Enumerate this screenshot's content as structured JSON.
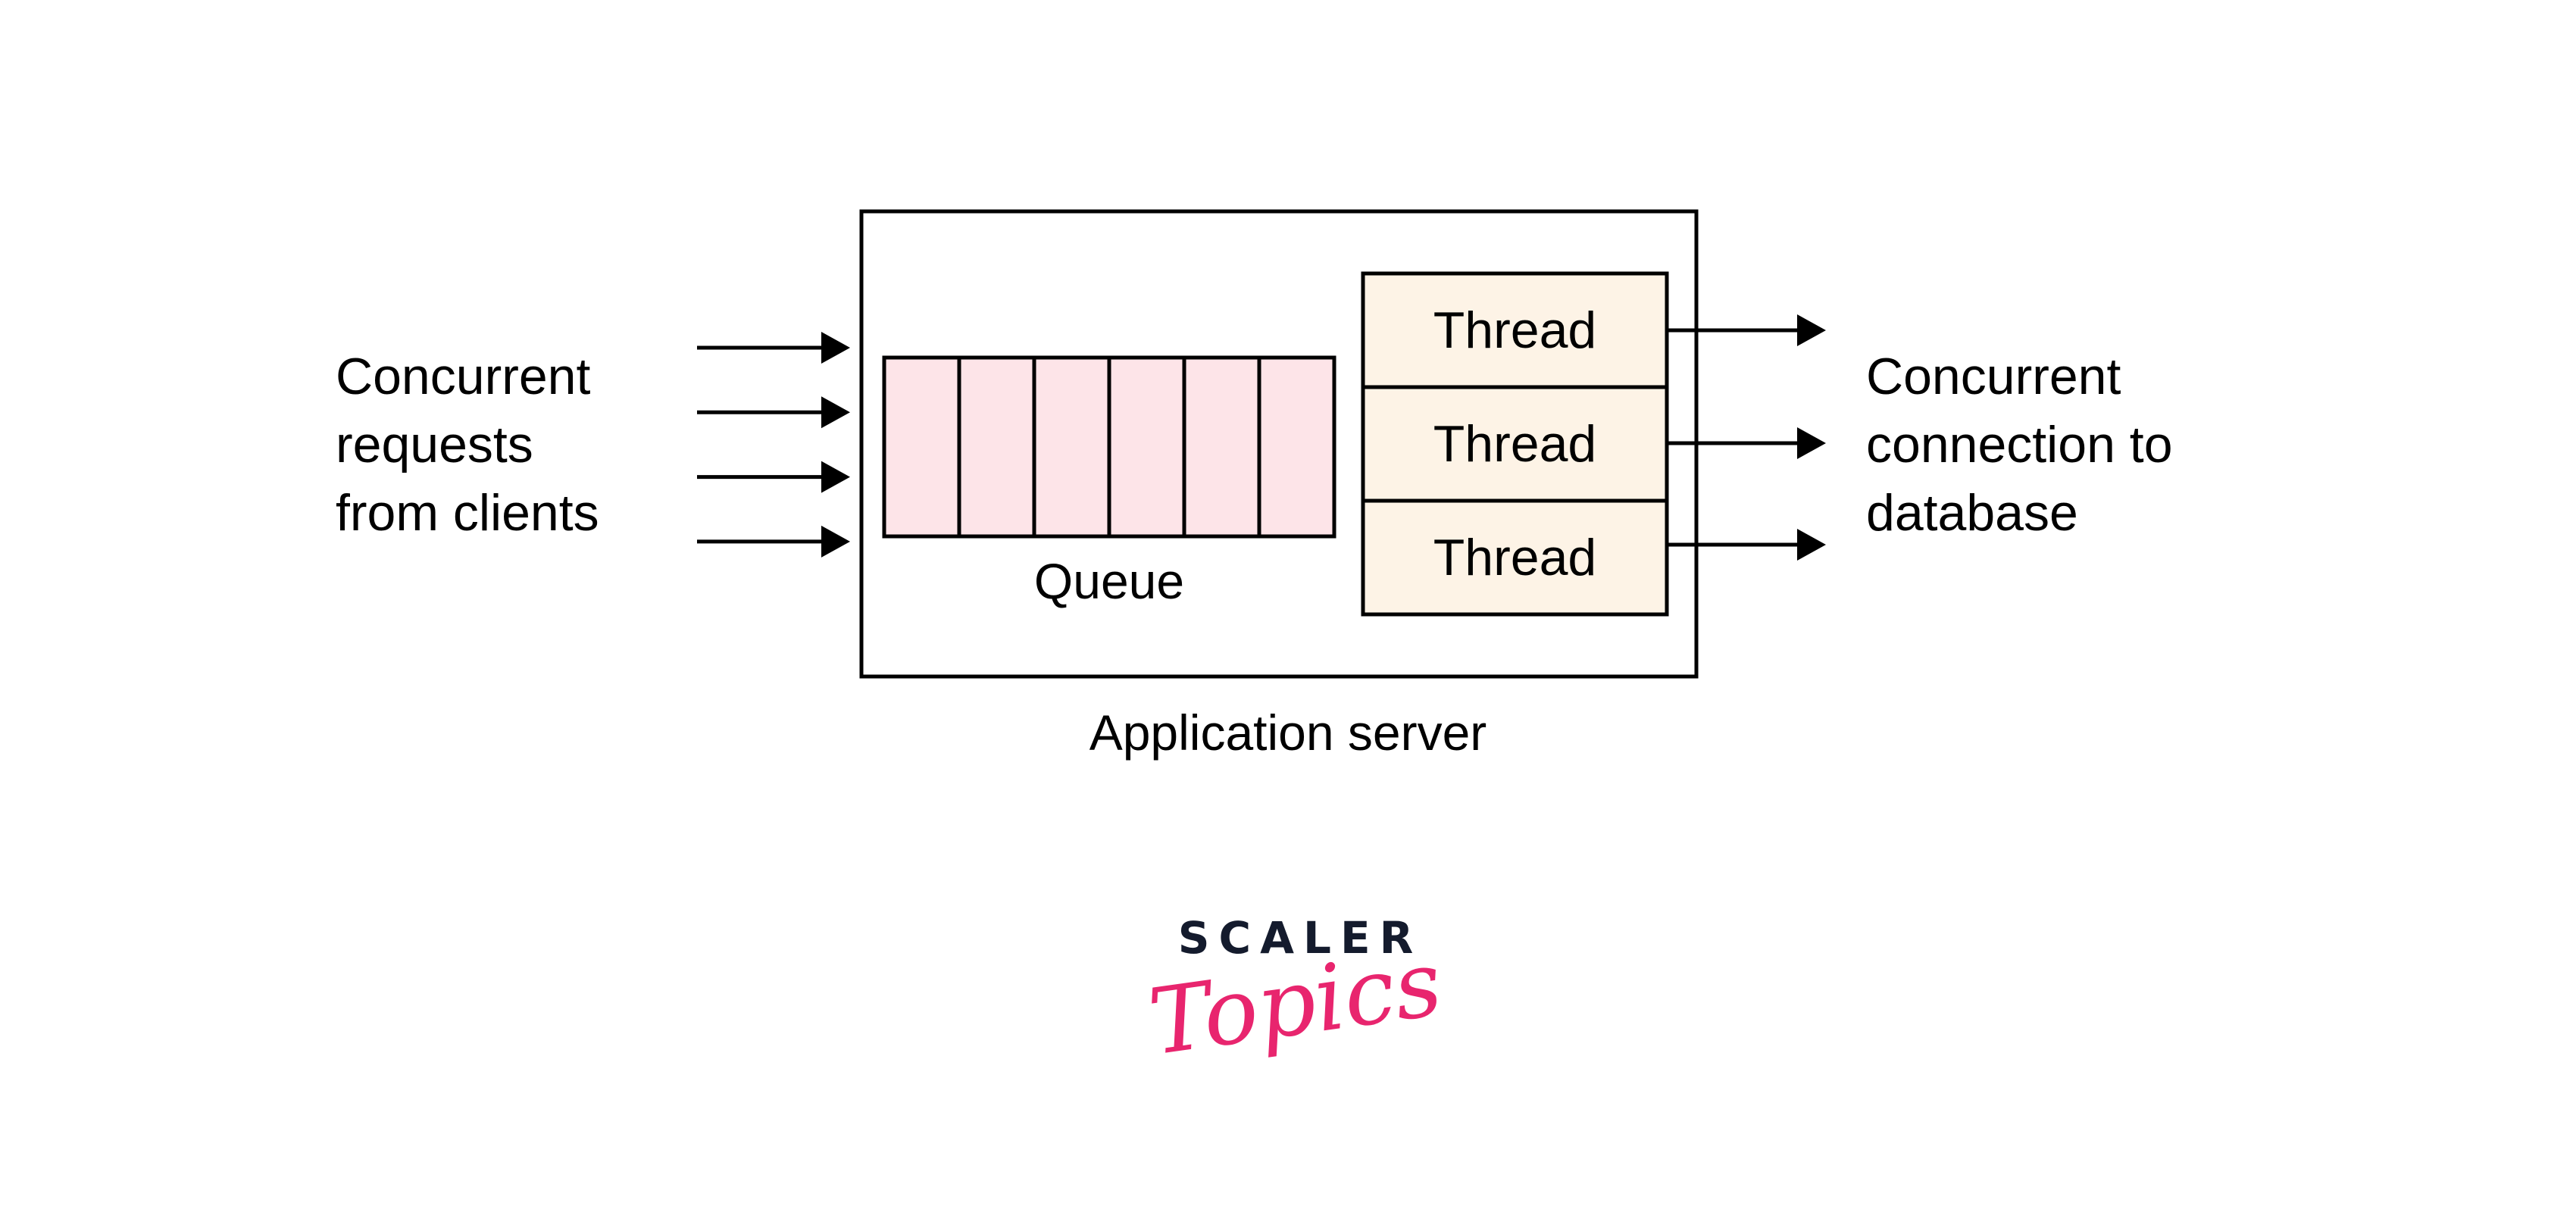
{
  "left_label": {
    "lines": [
      "Concurrent",
      "requests",
      "from clients"
    ],
    "arrow_count": 4
  },
  "right_label": {
    "lines": [
      "Concurrent",
      "connection to",
      "database"
    ],
    "arrow_count": 3
  },
  "server": {
    "caption": "Application server",
    "queue": {
      "caption": "Queue",
      "slot_count": 6
    },
    "threads": [
      {
        "label": "Thread"
      },
      {
        "label": "Thread"
      },
      {
        "label": "Thread"
      }
    ]
  },
  "colors": {
    "queue_fill": "#fde4e8",
    "thread_fill": "#fdf3e6",
    "stroke": "#000000",
    "logo_dark": "#141b2d",
    "logo_pink": "#e8256e"
  },
  "logo": {
    "brand": "SCALER",
    "sub": "Topics"
  }
}
